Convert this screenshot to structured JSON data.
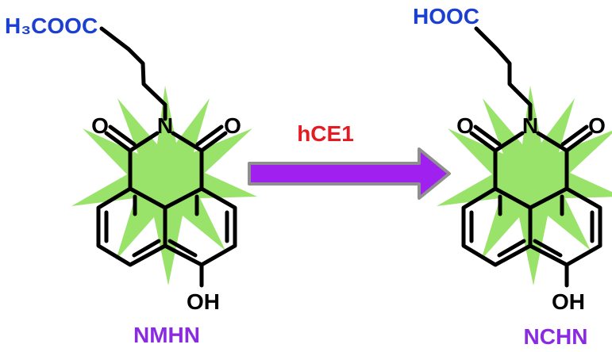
{
  "reactant": {
    "ester_group": "H₃COOC",
    "imide_n": "N",
    "carbonyl_o_left": "O",
    "carbonyl_o_right": "O",
    "hydroxyl": "OH",
    "name": "NMHN"
  },
  "reaction": {
    "enzyme": "hCE1"
  },
  "product": {
    "acid_group": "HOOC",
    "imide_n": "N",
    "carbonyl_o_left": "O",
    "carbonyl_o_right": "O",
    "hydroxyl": "OH",
    "name": "NCHN"
  },
  "colors": {
    "group_blue": "#1b3fd1",
    "enzyme_red": "#e51b24",
    "name_purple": "#8a2be2",
    "arrow_purple": "#a020f0",
    "arrow_outline": "#8f8f8f",
    "fluorescence_green": "#8ee05a",
    "bond_black": "#000000"
  }
}
